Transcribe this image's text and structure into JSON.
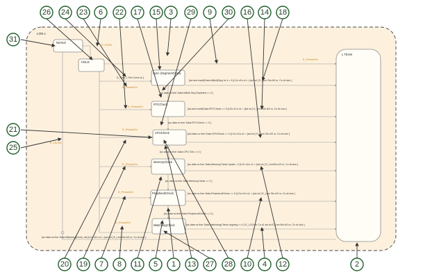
{
  "diagram": {
    "outer_state_label": "LON x",
    "states": {
      "normal": "Normal",
      "hold": "HOLD",
      "timer": "L TEAM",
      "sync": "Sync (SegmentClock)",
      "rtc": "RTCCheck",
      "cpu": "CPUCheck",
      "memory": "MemoryCheck",
      "peripheral": "PeripheralCheck",
      "watchdog": "WatchdogCheck"
    },
    "transition_labels": {
      "top_event": "E_PeriodOn",
      "hold_event": "E_PriOn",
      "rtc_event": "E_PeriodOn",
      "rtc2_event": "E_PeriodOn",
      "cpu_event": "E_PeriodOn",
      "mem_event": "E_PeriodOn",
      "per_event": "E_PeriodOn",
      "wd_event": "E_PeriodOn",
      "left_event": "E_Ok Ink",
      "hold_cond": "E_Sync, [ Sim Cond ok ]",
      "sync_cond": "[ssl and nsoft(Data.IsBuilt(Sys) te d = 0 [LOc nCo s1 = [ssl nd ] E_Lero Sto AS m, Co dt clon ]",
      "sync_guard": "[ss data nc ther Data.IsBuilt Seq Depleted == 0 ]",
      "rtc_cond": "[ssl and nsoft(Data.RTCCheck == 0 [LOc nCo s1 = [ssl nd ] E_Lero Sto AS m, Co dt clon ]",
      "rtc_guard": "[ss data nc ther Data.RTCCheck == 0 ]",
      "cpu_cond": "[ssl data nc ther Data.CPUCheck == 0 [LOc nCo s1 = [ssl nd ] E_Lero Sto AS m, Co dt clon ]",
      "cpu_guard": "[ss data nc ther Data.CPU Chk == 0 ]",
      "mem_cond": "[ss data nc ther Data.MemoryCheck Updat = 0 [LOc nCo s1 = [ssl nd ] E_LeroSto AS m, Co dt clon ]",
      "mem_guard": "[ss data nc ther Data.MemoryCheck == 0 ]",
      "per_cond": "[ss data nc ther Data.PeripheralCheck == 0 [LOc nCo s1 = [ssl nd ] E_Lero Sto AS m, Co dt clon ]",
      "per_guard": "[ss data nc ther Data.PeripheralCheck == 0 ]",
      "wd_cond": "[ss data nc ther Data.WatchdogCheck ongoing == 0 ] E_LOCnm Co s1 ssl nd E_LeroSto AS m, Co dt clon ]",
      "bottom_cond": "[ss data nc ther Data.WatchdogDone, ssl [LOc nCo s1 = [ssl nd ] E_LeroSto AS m, Co dt clon ]"
    },
    "callouts_top": [
      "26",
      "24",
      "23",
      "6",
      "22",
      "17",
      "15",
      "3",
      "29",
      "9",
      "30",
      "16",
      "14",
      "18"
    ],
    "callouts_left": [
      "31",
      "21",
      "25"
    ],
    "callouts_bottom": [
      "20",
      "19",
      "7",
      "8",
      "11",
      "5",
      "1",
      "13",
      "27",
      "28",
      "10",
      "4",
      "12",
      "2"
    ]
  }
}
